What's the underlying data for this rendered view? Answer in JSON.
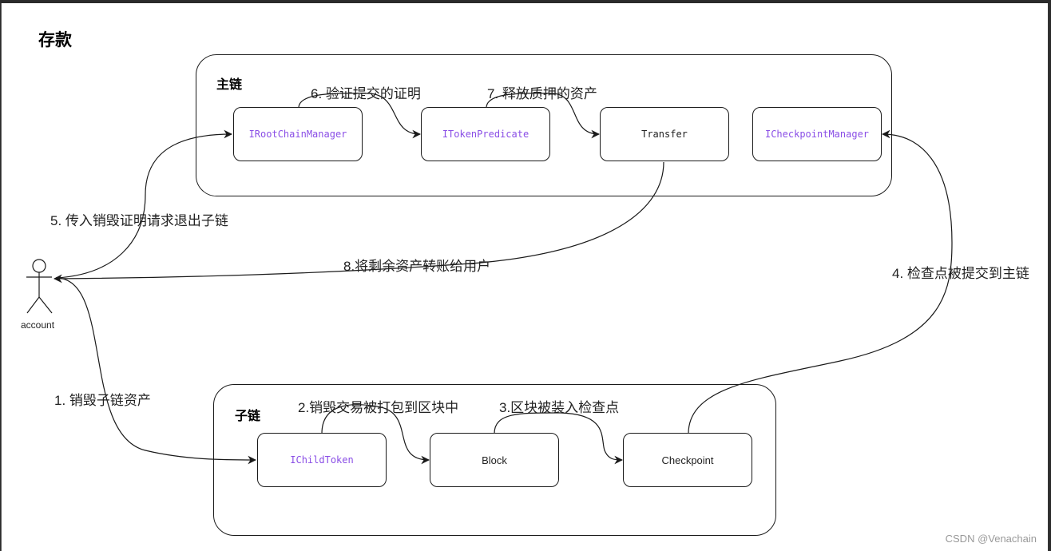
{
  "page_title": "存款",
  "actor": {
    "label": "account"
  },
  "containers": {
    "main_chain": {
      "title": "主链"
    },
    "child_chain": {
      "title": "子链"
    }
  },
  "nodes": {
    "root_chain_manager": "IRootChainManager",
    "token_predicate": "ITokenPredicate",
    "transfer": "Transfer",
    "checkpoint_manager": "ICheckpointManager",
    "child_token": "IChildToken",
    "block": "Block",
    "checkpoint": "Checkpoint"
  },
  "edges": [
    {
      "label": "1. 销毁子链资产"
    },
    {
      "label": "2.销毁交易被打包到区块中"
    },
    {
      "label": "3.区块被装入检查点"
    },
    {
      "label": "4. 检查点被提交到主链"
    },
    {
      "label": "5. 传入销毁证明请求退出子链"
    },
    {
      "label": "6. 验证提交的证明"
    },
    {
      "label": "7. 释放质押的资产"
    },
    {
      "label": "8.将剩余资产转账给用户"
    }
  ],
  "colors": {
    "interface_text": "#8a4ee6",
    "stroke": "#1a1a1a"
  },
  "watermark": "CSDN @Venachain"
}
